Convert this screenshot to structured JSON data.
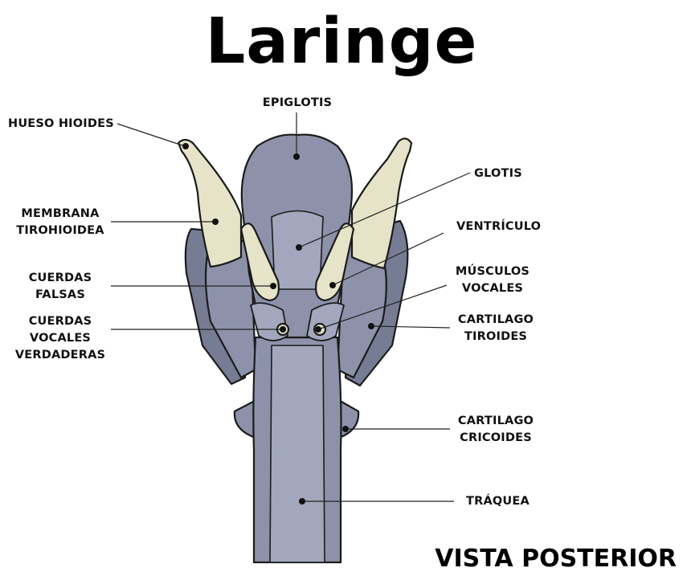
{
  "title": "Laringe",
  "view_label": "VISTA POSTERIOR",
  "colors": {
    "tissue": "#8d92aa",
    "tissue_light": "#a2a7bd",
    "tissue_dark": "#777c95",
    "cartilage": "#e5e4c8",
    "outline": "#1b1b1b",
    "leader": "#222222"
  },
  "labels": {
    "epiglotis": [
      "EPIGLOTIS"
    ],
    "hueso_hioides": [
      "HUESO HIOIDES"
    ],
    "membrana": [
      "MEMBRANA",
      "TIROHIOIDEA"
    ],
    "cuerdas_falsas": [
      "CUERDAS",
      "FALSAS"
    ],
    "cuerdas_vocales": [
      "CUERDAS",
      "VOCALES",
      "VERDADERAS"
    ],
    "glotis": [
      "GLOTIS"
    ],
    "ventriculo": [
      "VENTRÍCULO"
    ],
    "musculos": [
      "MÚSCULOS",
      "VOCALES"
    ],
    "tiroides": [
      "CARTILAGO",
      "TIROIDES"
    ],
    "cricoides": [
      "CARTILAGO",
      "CRICOIDES"
    ],
    "traquea": [
      "TRÁQUEA"
    ]
  }
}
